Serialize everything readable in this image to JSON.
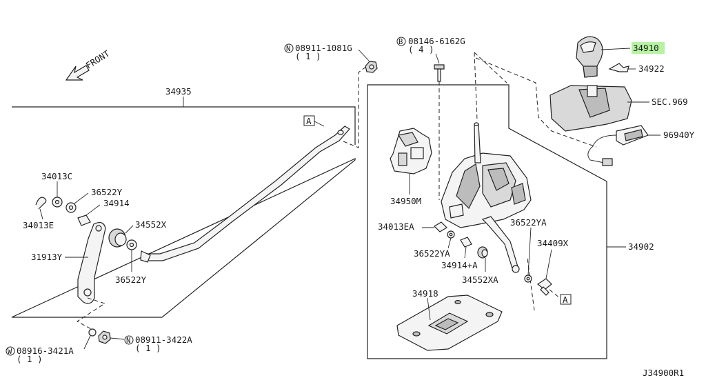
{
  "diagram": {
    "drawing_id": "J34900R1",
    "front_label": "FRONT",
    "ref_marker": "A",
    "highlight_color": "#b6f2a2",
    "labels": {
      "p34935": "34935",
      "p34013c": "34013C",
      "p36522y_top": "36522Y",
      "p34914": "34914",
      "p34013e": "34013E",
      "p34552x": "34552X",
      "p31913y": "31913Y",
      "p36522y_bot": "36522Y",
      "p08916": "08916-3421A",
      "p08916_qty": "( 1 )",
      "p08911_3422": "08911-3422A",
      "p08911_3422_qty": "( 1 )",
      "p08911_1081": "08911-1081G",
      "p08911_1081_qty": "( 1 )",
      "p08146": "08146-6162G",
      "p08146_qty": "( 4 )",
      "p34910": "34910",
      "p34922": "34922",
      "sec969": "SEC.969",
      "p96940y": "96940Y",
      "p34950m": "34950M",
      "p34013ea": "34013EA",
      "p36522ya_r": "36522YA",
      "p36522ya_l": "36522YA",
      "p34914a": "34914+A",
      "p34409x": "34409X",
      "p34902": "34902",
      "p34552xa": "34552XA",
      "p34918": "34918"
    },
    "symbols": {
      "n": "N",
      "b": "B",
      "w": "W"
    }
  }
}
